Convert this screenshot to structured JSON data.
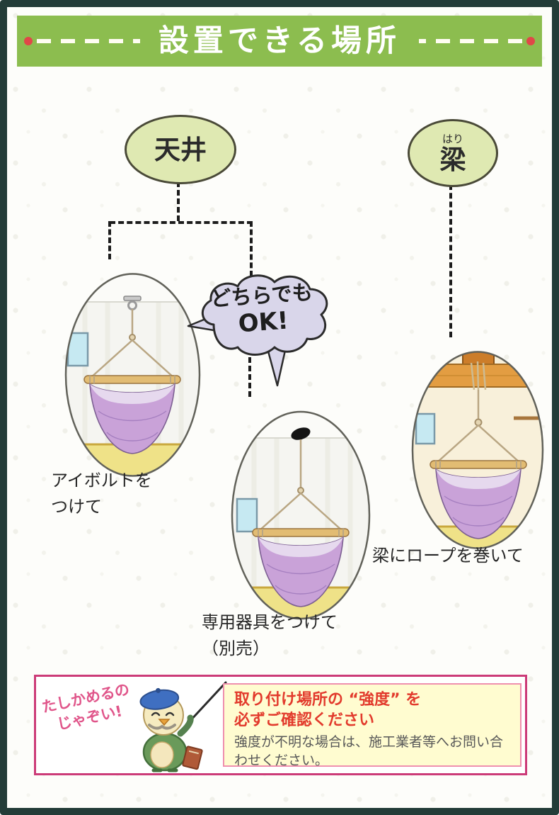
{
  "header": {
    "title": "設置できる場所"
  },
  "nodes": {
    "ceiling": {
      "label": "天井"
    },
    "beam": {
      "furigana": "はり",
      "label": "梁"
    }
  },
  "cloud": {
    "line1": "どちらでも",
    "line2": "OK!"
  },
  "captions": {
    "eyebolt": {
      "line1": "アイボルトを",
      "line2": "つけて"
    },
    "fitting": {
      "line1": "専用器具をつけて",
      "line2": "（別売）"
    },
    "beam": {
      "line1": "梁にロープを巻いて"
    }
  },
  "notice": {
    "speech": {
      "line1": "たしかめるの",
      "line2": "じゃぞい!"
    },
    "warning": {
      "line1": "取り付け場所の “強度” を",
      "line2": "必ずご確認ください"
    },
    "body": {
      "line1": "強度が不明な場合は、施工業者等へお問い合",
      "line2": "わせください。"
    }
  },
  "icons": {
    "left_illustration": "hammock-chair-hung-from-ceiling-eyebolt",
    "middle_illustration": "hammock-chair-hung-from-ceiling-fitting",
    "right_illustration": "hammock-chair-hung-from-beam-rope",
    "character": "professor-character"
  },
  "colors": {
    "header_green": "#8cbd4f",
    "frame_dark": "#233c38",
    "bubble_fill": "#dfe9b2",
    "bubble_stroke": "#4a4a38",
    "cloud_fill": "#d9d6ea",
    "dash_red_dot": "#e04848",
    "notice_border": "#cc3b78",
    "speech_pink": "#e0558a",
    "warning_bg": "#fffcd0",
    "warning_border": "#ef8fae",
    "warning_red": "#e23a2c"
  }
}
